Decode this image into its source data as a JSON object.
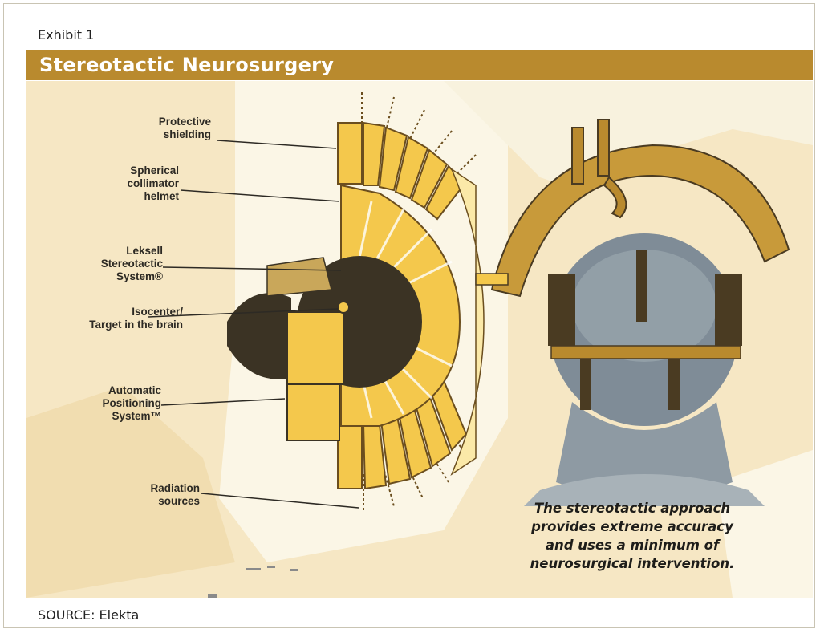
{
  "exhibit_label": "Exhibit 1",
  "title": "Stereotactic Neurosurgery",
  "labels": {
    "protective_shielding": "Protective\nshielding",
    "spherical_collimator": "Spherical\ncollimator\nhelmet",
    "leksell_system": "Leksell\nStereotactic\nSystem®",
    "isocenter": "Isocenter/\nTarget in the brain",
    "auto_positioning": "Automatic\nPositioning\nSystem™",
    "radiation_sources": "Radiation\nsources"
  },
  "caption": "The stereotactic approach\nprovides extreme accuracy\nand uses a minimum of\nneurosurgical intervention.",
  "source": "SOURCE: Elekta",
  "colors": {
    "title_bar": "#b98a2e",
    "background": "#f6e7c4",
    "highlight": "#f4c84c",
    "dark": "#4a3b22"
  }
}
